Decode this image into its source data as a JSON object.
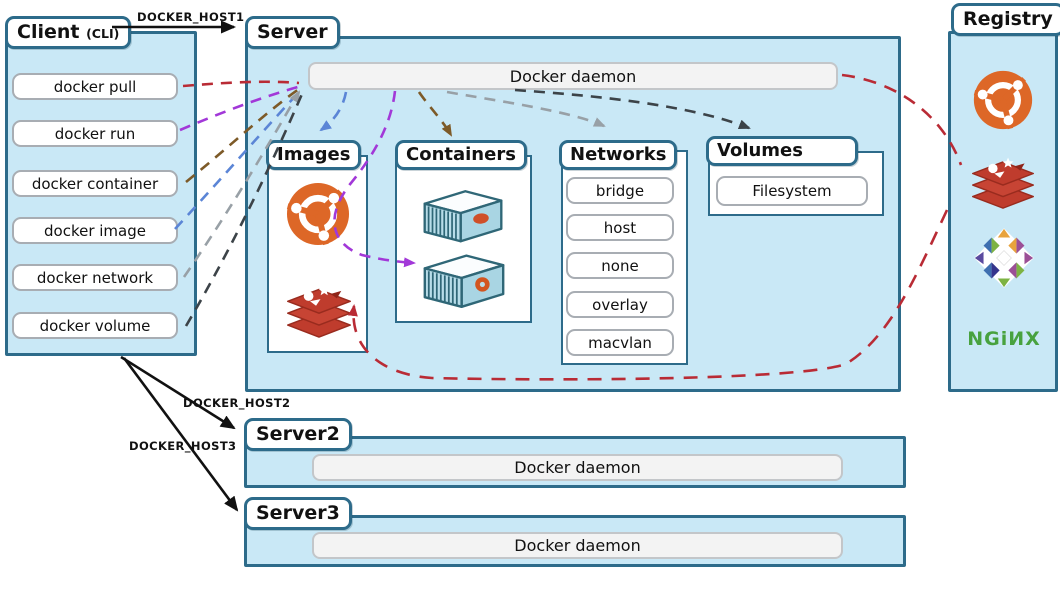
{
  "client": {
    "title": "Client",
    "subtitle": "(CLI)",
    "commands": [
      "docker pull",
      "docker run",
      "docker container",
      "docker image",
      "docker network",
      "docker volume"
    ]
  },
  "hosts": {
    "host1": "DOCKER_HOST1",
    "host2": "DOCKER_HOST2",
    "host3": "DOCKER_HOST3"
  },
  "server": {
    "title": "Server",
    "daemon_label": "Docker daemon",
    "images": {
      "title": "Images",
      "logos": [
        "ubuntu-logo",
        "redis-logo"
      ]
    },
    "containers": {
      "title": "Containers",
      "count": 2
    },
    "networks": {
      "title": "Networks",
      "items": [
        "bridge",
        "host",
        "none",
        "overlay",
        "macvlan"
      ]
    },
    "volumes": {
      "title": "Volumes",
      "items": [
        "Filesystem"
      ]
    }
  },
  "registry": {
    "title": "Registry",
    "logos": [
      "ubuntu-logo",
      "redis-logo",
      "centos-logo",
      "nginx-logo"
    ],
    "nginx_wordmark": "NGiИX"
  },
  "extra_servers": [
    {
      "title": "Server2",
      "daemon_label": "Docker daemon"
    },
    {
      "title": "Server3",
      "daemon_label": "Docker daemon"
    }
  ],
  "colors": {
    "panel_fill": "#c9e8f6",
    "panel_border": "#2d6b8a",
    "arrow_black": "#111111",
    "arrow_red": "#b92b35",
    "arrow_purple": "#a238d8",
    "arrow_brown": "#7d5a28",
    "arrow_blue": "#5b85d6",
    "arrow_gray": "#98a0a6",
    "arrow_dark": "#3c4348",
    "ubuntu_orange": "#dd6727",
    "redis_red": "#bf3c2d",
    "nginx_green": "#48a23f"
  }
}
